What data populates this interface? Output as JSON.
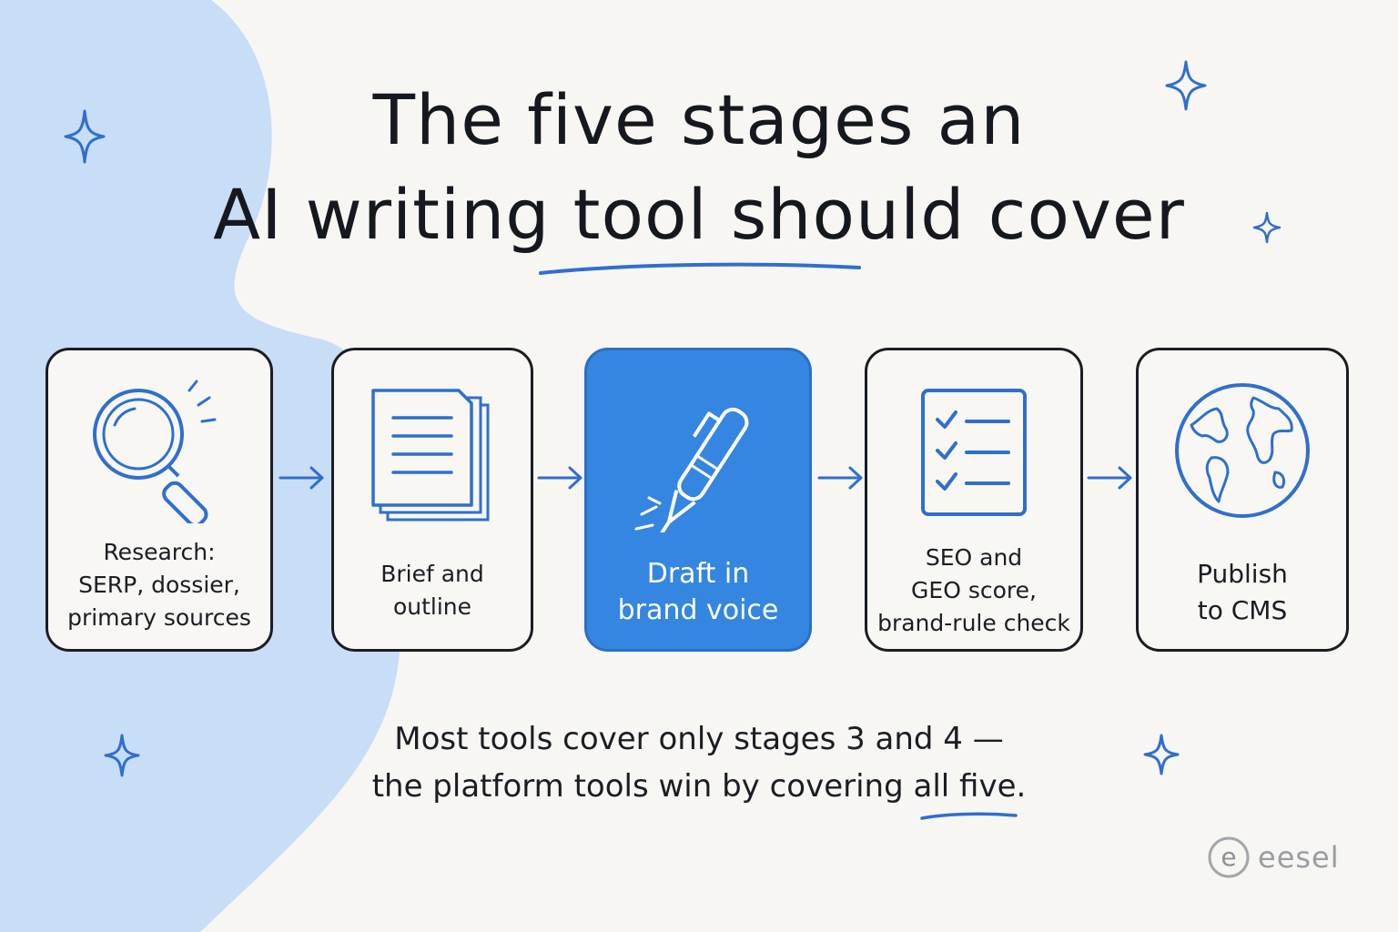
{
  "title": {
    "line1": "The five stages an",
    "line2": "AI writing tool should cover"
  },
  "stages": [
    {
      "icon": "magnifying-glass-icon",
      "lines": [
        "Research:",
        "SERP, dossier,",
        "primary sources"
      ]
    },
    {
      "icon": "document-stack-icon",
      "lines": [
        "Brief and",
        "outline"
      ]
    },
    {
      "icon": "pen-icon",
      "lines": [
        "Draft in",
        "brand voice"
      ],
      "highlight": true
    },
    {
      "icon": "checklist-icon",
      "lines": [
        "SEO and",
        "GEO score,",
        "brand-rule check"
      ]
    },
    {
      "icon": "globe-icon",
      "lines": [
        "Publish",
        "to CMS"
      ]
    }
  ],
  "footnote": {
    "line1": "Most tools cover only stages 3 and 4 —",
    "line2_start": "the platform tools win by covering ",
    "line2_emphasis": "all five",
    "line2_end": "."
  },
  "brand": {
    "logo_letter": "e",
    "name": "eesel"
  },
  "colors": {
    "accent": "#2f6fce",
    "highlight": "#3486e1",
    "blob": "#c8ddf6",
    "background": "#f7f6f2"
  }
}
